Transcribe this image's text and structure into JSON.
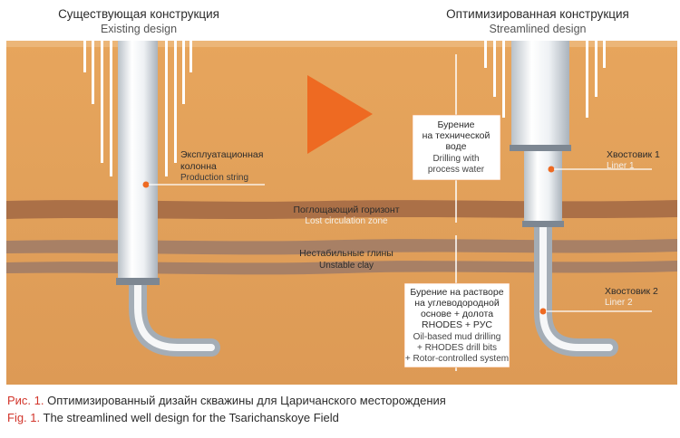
{
  "titles": {
    "left_ru": "Существующая конструкция",
    "left_en": "Existing design",
    "right_ru": "Оптимизированная конструкция",
    "right_en": "Streamlined design"
  },
  "labels": {
    "production_string_ru_1": "Эксплуатационная",
    "production_string_ru_2": "колонна",
    "production_string_en": "Production string",
    "lost_zone_ru": "Поглощающий горизонт",
    "lost_zone_en": "Lost circulation zone",
    "unstable_ru": "Нестабильные глины",
    "unstable_en": "Unstable clay",
    "liner1_ru": "Хвостовик 1",
    "liner1_en": "Liner 1",
    "liner2_ru": "Хвостовик 2",
    "liner2_en": "Liner 2"
  },
  "box_water": {
    "ru_1": "Бурение",
    "ru_2": "на технической",
    "ru_3": "воде",
    "en_1": "Drilling with",
    "en_2": "process water"
  },
  "box_oil": {
    "ru_1": "Бурение на растворе",
    "ru_2": "на углеводородной",
    "ru_3": "основе + долота",
    "ru_4": "RHODES + РУС",
    "en_1": "Oil-based mud drilling",
    "en_2": "+ RHODES drill bits",
    "en_3": "+ Rotor-controlled system"
  },
  "caption": {
    "ru_label": "Рис. 1.",
    "ru_text": "Оптимизированный дизайн скважины для Царичанского месторождения",
    "en_label": "Fig. 1.",
    "en_text": "The streamlined well design for the Tsarichanskoye Field"
  },
  "colors": {
    "ground": "#e3a058",
    "accent_arrow": "#ee6a22",
    "caption_red": "#d2352b"
  }
}
